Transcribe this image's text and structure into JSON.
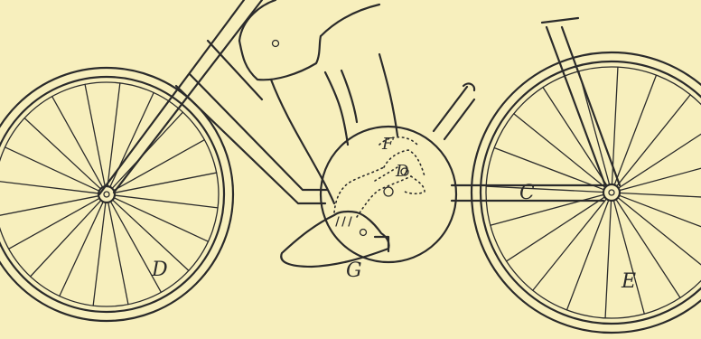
{
  "figure": {
    "labels": {
      "front_wheel": "D",
      "rear_wheel": "E",
      "frame_bar": "C",
      "gear_case": "F",
      "pedal_point": "D",
      "shoe": "G"
    }
  },
  "colors": {
    "paper": "#f7efbd",
    "ink": "#2b2b2b"
  }
}
